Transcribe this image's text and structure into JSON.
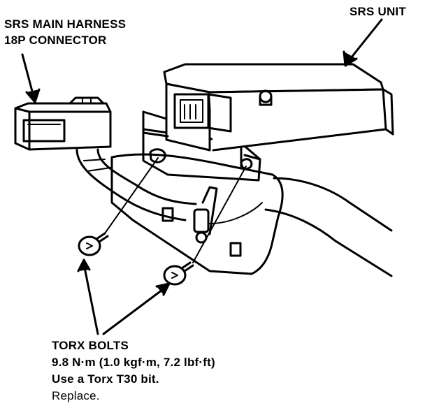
{
  "labels": {
    "harness_line1": "SRS MAIN HARNESS",
    "harness_line2": "18P CONNECTOR",
    "srs_unit": "SRS UNIT",
    "torx_title": "TORX BOLTS",
    "torx_torque": "9.8 N·m (1.0 kgf·m, 7.2 lbf·ft)",
    "torx_tool": "Use a Torx T30 bit.",
    "torx_note": "Replace."
  },
  "colors": {
    "ink": "#000000",
    "paper": "#ffffff"
  }
}
